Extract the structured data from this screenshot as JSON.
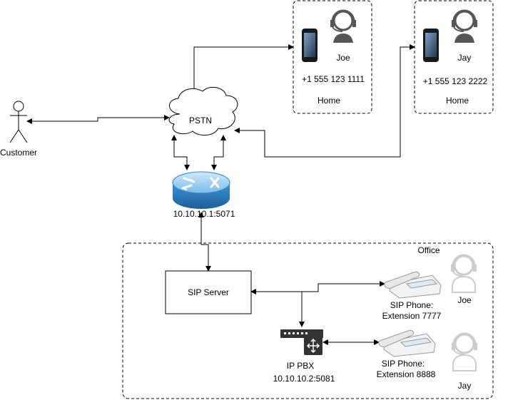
{
  "customer": {
    "label": "Customer"
  },
  "pstn": {
    "label": "PSTN"
  },
  "router": {
    "address": "10.10.10.1:5071"
  },
  "home_joe": {
    "name": "Joe",
    "number": "+1 555 123 1111",
    "location": "Home"
  },
  "home_jay": {
    "name": "Jay",
    "number": "+1 555 123 2222",
    "location": "Home"
  },
  "office": {
    "label": "Office",
    "sip_server": {
      "label": "SIP Server"
    },
    "ip_pbx": {
      "label": "IP PBX",
      "address": "10.10.10.2:5081"
    },
    "phone_joe": {
      "line1": "SIP Phone:",
      "line2": "Extension 7777",
      "agent": "Joe"
    },
    "phone_jay": {
      "line1": "SIP Phone:",
      "line2": "Extension 8888",
      "agent": "Jay"
    }
  },
  "colors": {
    "router_top": "#9fd1f3",
    "router_body": "#2e86c9",
    "agent_dark": "#555555",
    "agent_light": "#cccccc",
    "pbx_dark": "#333333"
  }
}
